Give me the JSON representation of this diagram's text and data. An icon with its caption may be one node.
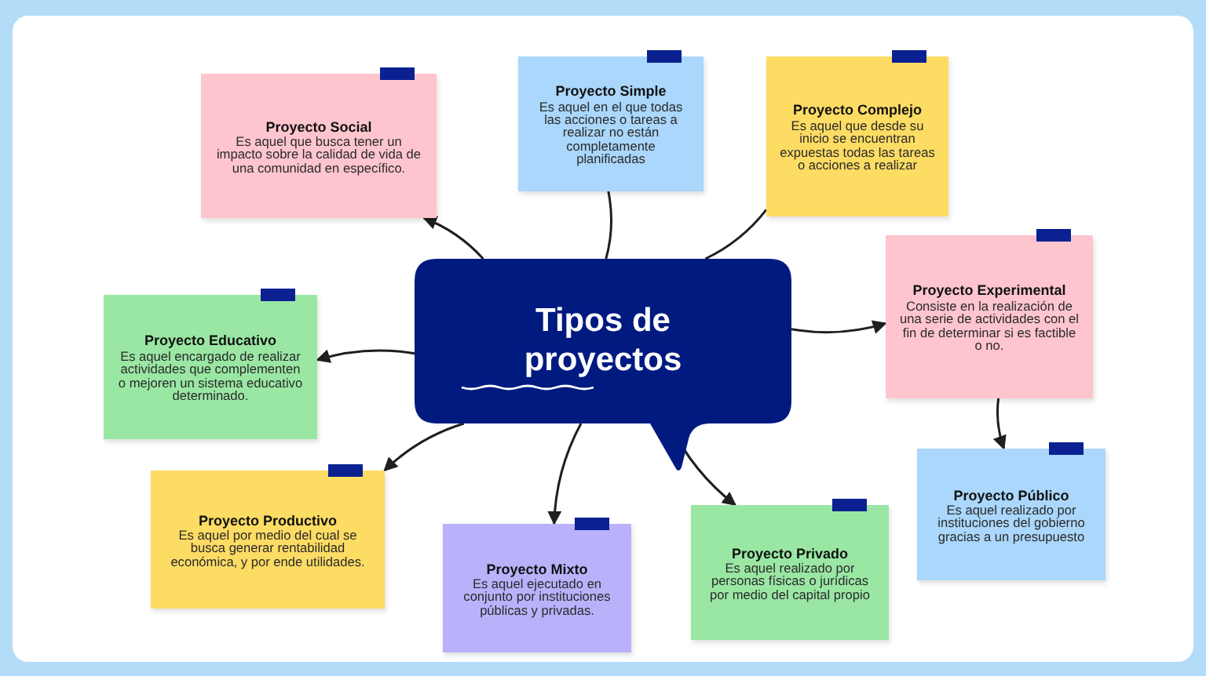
{
  "diagram": {
    "nodes": [
      {
        "text": [
          "Tipos de proyectos"
        ]
      },
      {
        "text": [
          "Proyecto Social",
          "Es aquel que busca tener un impacto sobre la calidad de vida de una comunidad en específico."
        ]
      },
      {
        "text": [
          "Proyecto Simple",
          "Es aquel en el que todas las acciones o tareas a realizar no están completamente planificadas"
        ]
      },
      {
        "text": [
          "Proyecto Complejo",
          "Es aquel que desde su inicio se encuentran expuestas todas las tareas o acciones a realizar"
        ]
      },
      {
        "text": [
          "Proyecto Experimental",
          "Consiste en la realización de una serie de actividades con el fin de determinar si es factible o no."
        ]
      },
      {
        "text": [
          "Proyecto Educativo",
          "Es aquel encargado de realizar actividades que complementen o mejoren un sistema educativo determinado."
        ]
      },
      {
        "text": [
          "Proyecto Productivo",
          "Es aquel por medio del cual se busca generar rentabilidad económica, y por ende utilidades."
        ]
      },
      {
        "text": [
          "Proyecto Mixto",
          "Es aquel ejecutado en conjunto por instituciones públicas y privadas."
        ]
      },
      {
        "text": [
          "Proyecto Privado",
          "Es aquel realizado por personas físicas o jurídicas por medio del capital propio"
        ]
      },
      {
        "text": [
          "Proyecto Público",
          "Es aquel realizado por instituciones del gobierno gracias a un presupuesto"
        ]
      }
    ],
    "edges": [
      {
        "from": 0,
        "to": 1,
        "arrow": "to"
      },
      {
        "from": 0,
        "to": 2,
        "arrow": "none"
      },
      {
        "from": 0,
        "to": 3,
        "arrow": "none"
      },
      {
        "from": 0,
        "to": 4,
        "arrow": "to"
      },
      {
        "from": 0,
        "to": 5,
        "arrow": "to"
      },
      {
        "from": 0,
        "to": 6,
        "arrow": "to"
      },
      {
        "from": 0,
        "to": 7,
        "arrow": "to"
      },
      {
        "from": 0,
        "to": 8,
        "arrow": "to"
      },
      {
        "from": 4,
        "to": 9,
        "arrow": "to"
      }
    ]
  }
}
